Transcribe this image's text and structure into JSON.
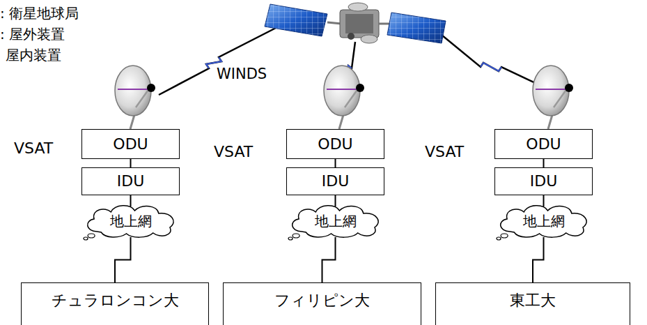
{
  "diagram": {
    "nodes": [
      {
        "text": [
          "ODU"
        ]
      },
      {
        "text": [
          "IDU"
        ]
      },
      {
        "text": [
          "地上網"
        ]
      },
      {
        "text": [
          "チュラロンコン大"
        ]
      },
      {
        "text": [
          "ODU"
        ]
      },
      {
        "text": [
          "IDU"
        ]
      },
      {
        "text": [
          "地上網"
        ]
      },
      {
        "text": [
          "フィリピン大"
        ]
      },
      {
        "text": [
          "ODU"
        ]
      },
      {
        "text": [
          "IDU"
        ]
      },
      {
        "text": [
          "地上網"
        ]
      },
      {
        "text": [
          "東工大"
        ]
      }
    ],
    "edges": [
      {
        "from": 0,
        "to": 1,
        "arrow": "none"
      },
      {
        "from": 1,
        "to": 2,
        "arrow": "none"
      },
      {
        "from": 2,
        "to": 3,
        "arrow": "none"
      },
      {
        "from": 4,
        "to": 5,
        "arrow": "none"
      },
      {
        "from": 5,
        "to": 6,
        "arrow": "none"
      },
      {
        "from": 6,
        "to": 7,
        "arrow": "none"
      },
      {
        "from": 8,
        "to": 9,
        "arrow": "none"
      },
      {
        "from": 9,
        "to": 10,
        "arrow": "none"
      },
      {
        "from": 10,
        "to": 11,
        "arrow": "none"
      }
    ],
    "labels": [
      ": 衛星地球局",
      ": 屋外装置",
      "屋内装置",
      "WINDS",
      "VSAT",
      "VSAT",
      "VSAT"
    ]
  }
}
